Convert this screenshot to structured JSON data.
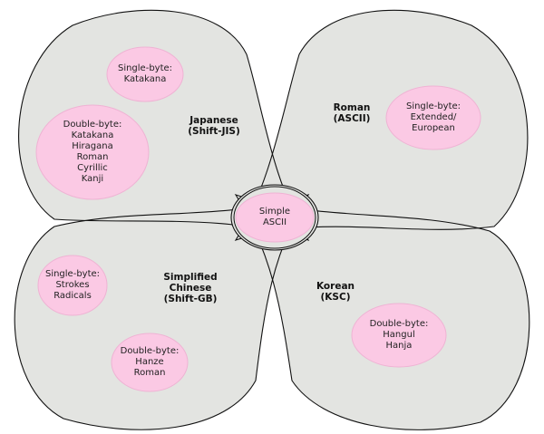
{
  "colors": {
    "lobe": "#e3e4e1",
    "bubble": "#fbc9e4",
    "stroke": "#111111"
  },
  "regions": {
    "japanese": {
      "title": [
        "Japanese",
        "(Shift-JIS)"
      ],
      "single": [
        "Single-byte:",
        "Katakana"
      ],
      "double": [
        "Double-byte:",
        "Katakana",
        "Hiragana",
        "Roman",
        "Cyrillic",
        "Kanji"
      ]
    },
    "roman": {
      "title": [
        "Roman",
        "(ASCII)"
      ],
      "single": [
        "Single-byte:",
        "Extended/",
        "European"
      ]
    },
    "chinese": {
      "title": [
        "Simplified",
        "Chinese",
        "(Shift-GB)"
      ],
      "single": [
        "Single-byte:",
        "Strokes",
        "Radicals"
      ],
      "double": [
        "Double-byte:",
        "Hanze",
        "Roman"
      ]
    },
    "korean": {
      "title": [
        "Korean",
        "(KSC)"
      ],
      "double": [
        "Double-byte:",
        "Hangul",
        "Hanja"
      ]
    },
    "center": {
      "label": [
        "Simple",
        "ASCII"
      ]
    }
  }
}
